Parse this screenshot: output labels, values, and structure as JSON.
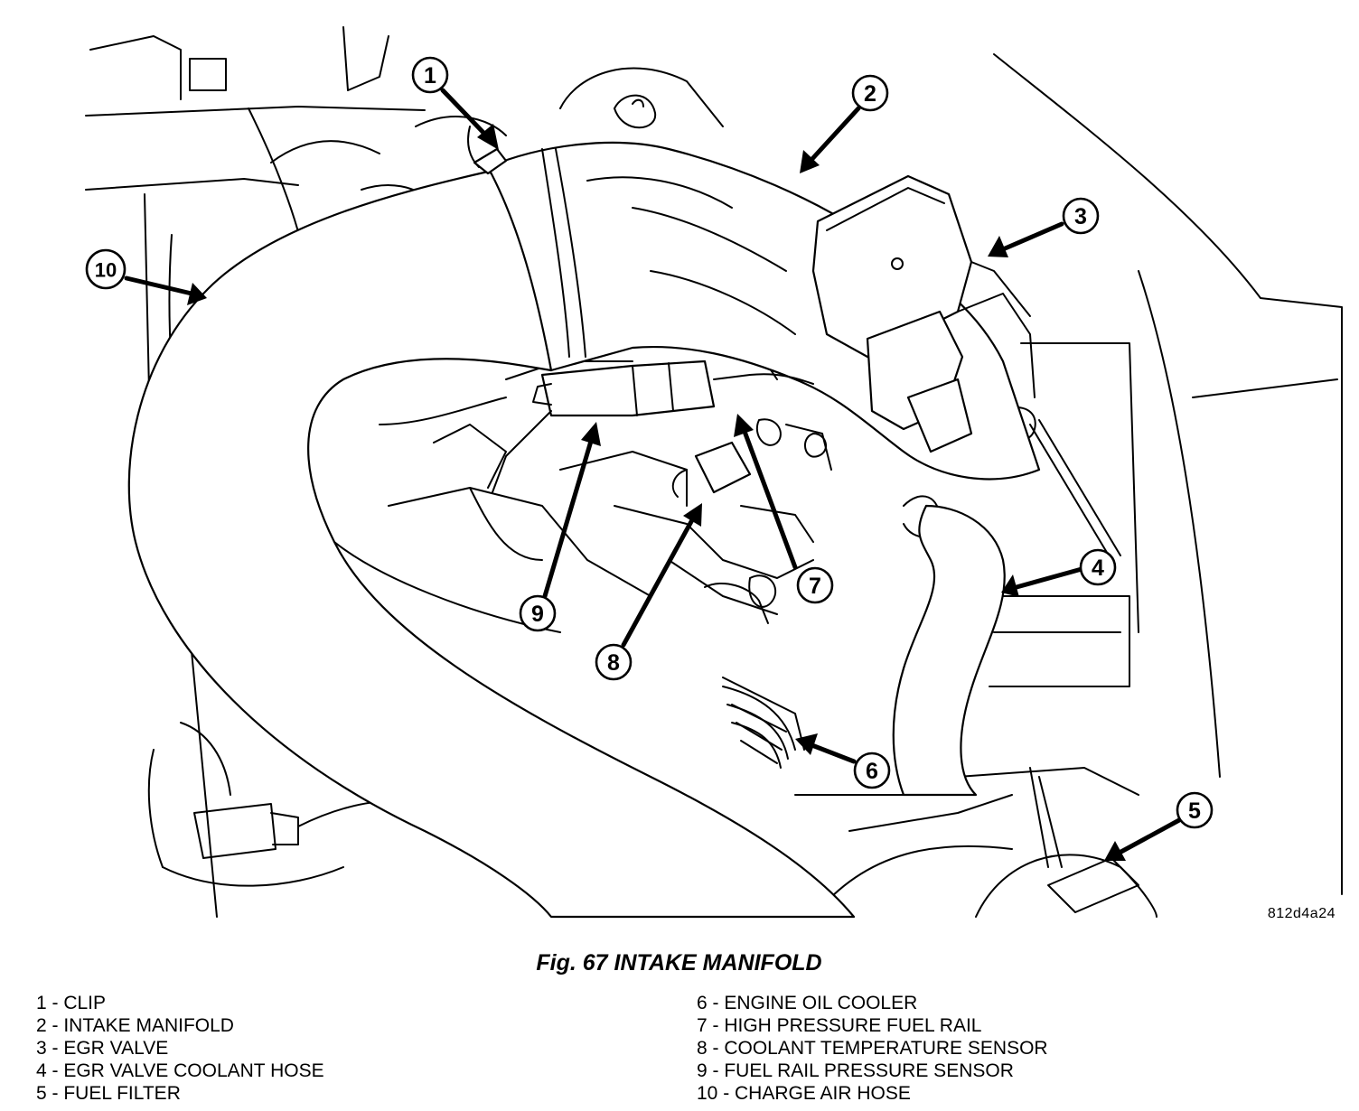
{
  "figure": {
    "caption": "Fig. 67 INTAKE MANIFOLD",
    "reference_code": "812d4a24"
  },
  "callouts": [
    {
      "id": "1",
      "label": "1"
    },
    {
      "id": "2",
      "label": "2"
    },
    {
      "id": "3",
      "label": "3"
    },
    {
      "id": "4",
      "label": "4"
    },
    {
      "id": "5",
      "label": "5"
    },
    {
      "id": "6",
      "label": "6"
    },
    {
      "id": "7",
      "label": "7"
    },
    {
      "id": "8",
      "label": "8"
    },
    {
      "id": "9",
      "label": "9"
    },
    {
      "id": "10",
      "label": "10"
    }
  ],
  "legend": {
    "left": [
      "1 - CLIP",
      "2 - INTAKE MANIFOLD",
      "3 - EGR VALVE",
      "4 - EGR VALVE COOLANT HOSE",
      "5 - FUEL FILTER"
    ],
    "right": [
      "6 - ENGINE OIL COOLER",
      "7 - HIGH PRESSURE FUEL RAIL",
      "8 - COOLANT TEMPERATURE SENSOR",
      "9 - FUEL RAIL PRESSURE SENSOR",
      "10 - CHARGE AIR HOSE"
    ]
  }
}
